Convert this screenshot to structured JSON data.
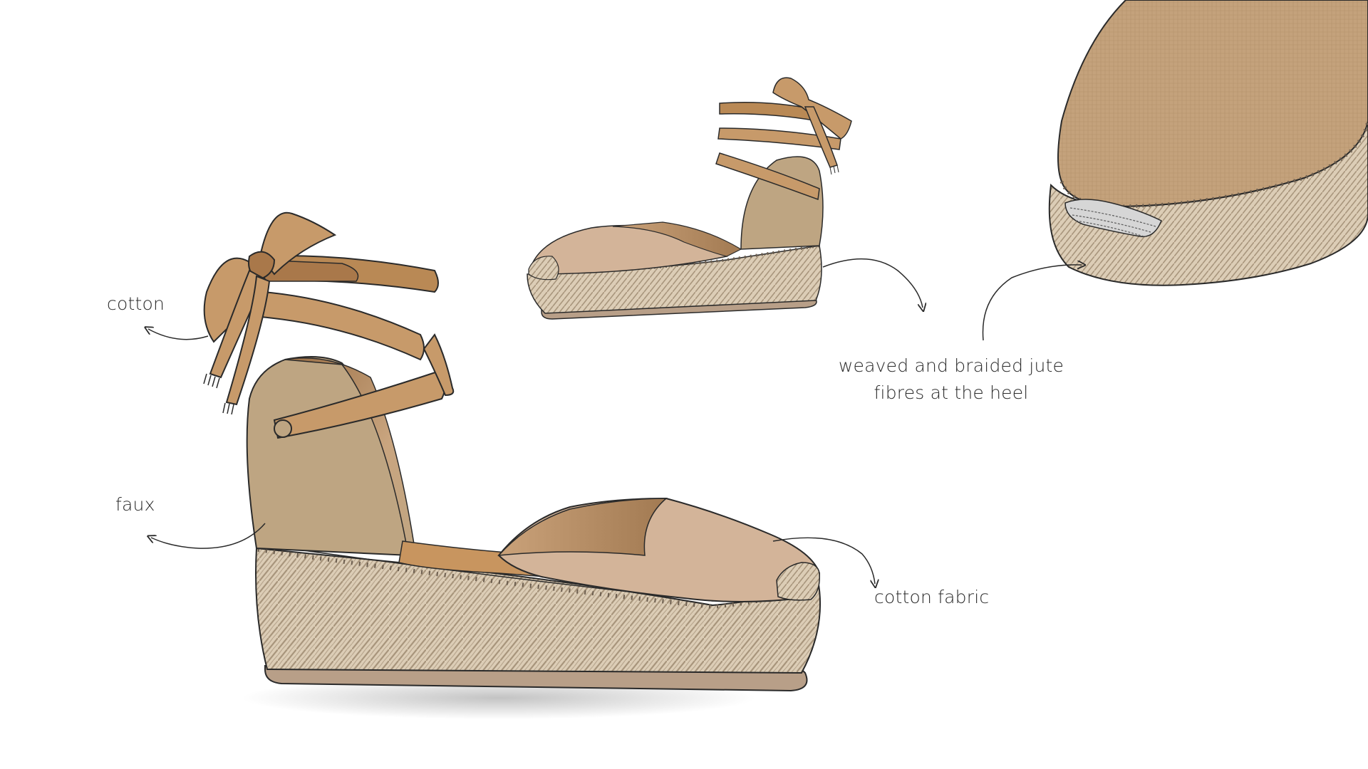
{
  "labels": {
    "cotton": "cotton",
    "faux": "faux",
    "cotton_fabric": "cotton fabric",
    "jute_line1": "weaved and braided jute",
    "jute_line2": "fibres at the heel"
  },
  "colors": {
    "ribbon": "#c79a6a",
    "ribbon_dark": "#a9784a",
    "upper": "#d3b499",
    "heel_counter": "#bea582",
    "inner": "#c8955f",
    "jute": "#d8c8b0",
    "jute_line": "#9c8a74",
    "sole": "#b89f88",
    "outline": "#2a2a2a"
  }
}
